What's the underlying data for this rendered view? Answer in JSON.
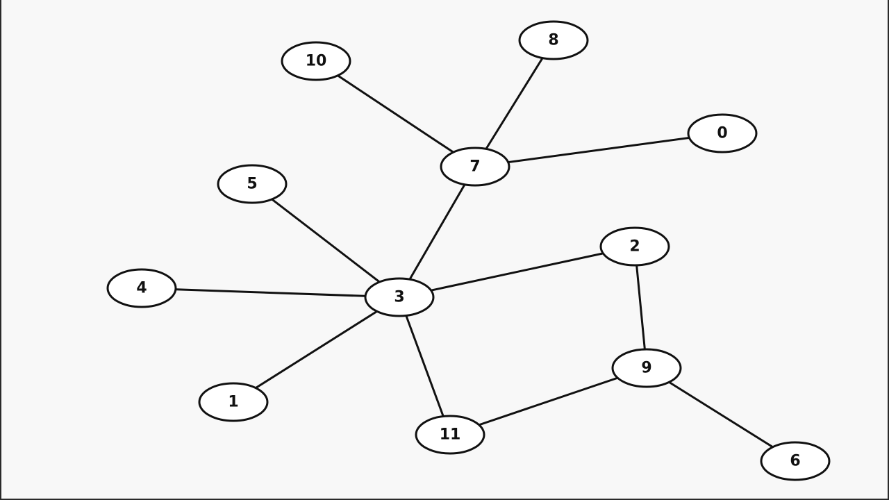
{
  "graph": {
    "nodes": [
      {
        "id": "0",
        "label": "0"
      },
      {
        "id": "1",
        "label": "1"
      },
      {
        "id": "2",
        "label": "2"
      },
      {
        "id": "3",
        "label": "3"
      },
      {
        "id": "4",
        "label": "4"
      },
      {
        "id": "5",
        "label": "5"
      },
      {
        "id": "6",
        "label": "6"
      },
      {
        "id": "7",
        "label": "7"
      },
      {
        "id": "8",
        "label": "8"
      },
      {
        "id": "9",
        "label": "9"
      },
      {
        "id": "10",
        "label": "10"
      },
      {
        "id": "11",
        "label": "11"
      }
    ],
    "edges": [
      [
        "10",
        "7"
      ],
      [
        "8",
        "7"
      ],
      [
        "7",
        "0"
      ],
      [
        "7",
        "3"
      ],
      [
        "5",
        "3"
      ],
      [
        "4",
        "3"
      ],
      [
        "3",
        "2"
      ],
      [
        "3",
        "1"
      ],
      [
        "3",
        "11"
      ],
      [
        "2",
        "9"
      ],
      [
        "9",
        "11"
      ],
      [
        "9",
        "6"
      ]
    ]
  }
}
